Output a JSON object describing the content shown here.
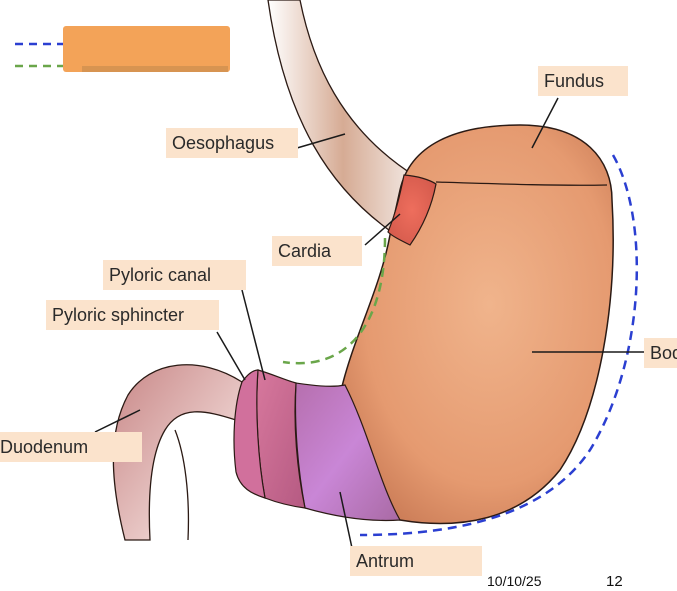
{
  "labels": {
    "fundus": "Fundus",
    "oesophagus": "Oesophagus",
    "cardia": "Cardia",
    "pyloric_canal": "Pyloric canal",
    "pyloric_sphincter": "Pyloric sphincter",
    "body": "Bod",
    "duodenum": "Duodenum",
    "antrum": "Antrum"
  },
  "footer": {
    "date": "10/10/25",
    "page": "12"
  },
  "colors": {
    "stomach": "#e89f76",
    "stomach_shade": "#c97a55",
    "cardia": "#e06a5c",
    "antrum": "#c77bd0",
    "pylorus": "#cf6f93",
    "duodenum": "#d38e90",
    "label_bg": "#fbe3cc",
    "banner": "#f3a358",
    "legend_blue": "#2b3fd1",
    "legend_green": "#6aa64a"
  },
  "legend": [
    "blue-dashed-line",
    "green-dashed-line"
  ]
}
